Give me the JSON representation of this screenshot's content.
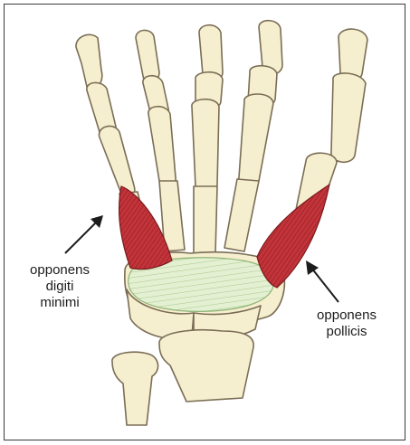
{
  "labels": {
    "opponens_digiti_minimi": [
      "opponens",
      "digiti",
      "minimi"
    ],
    "opponens_pollicis": [
      "opponens",
      "pollicis"
    ]
  },
  "colors": {
    "bone_fill": "#f6efcf",
    "bone_outline": "#7a6d55",
    "muscle_red": "#b52a30",
    "ligament_green": "#dcebc8",
    "frame_border": "#3a3a3a"
  }
}
